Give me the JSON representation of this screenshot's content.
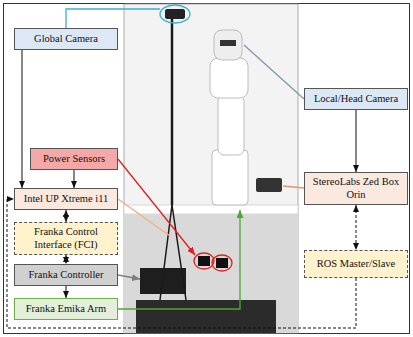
{
  "diagram": {
    "nodes": [
      {
        "text": [
          "Global Camera"
        ]
      },
      {
        "text": [
          "Power Sensors"
        ]
      },
      {
        "text": [
          "Intel UP Xtreme i11"
        ]
      },
      {
        "text": [
          "Franka Control Interface (FCI)"
        ]
      },
      {
        "text": [
          "Franka Controller"
        ]
      },
      {
        "text": [
          "Franka Emika Arm"
        ]
      },
      {
        "text": [
          "Local/Head Camera"
        ]
      },
      {
        "text": [
          "StereoLabs Zed Box Orin"
        ]
      },
      {
        "text": [
          "ROS Master/Slave"
        ]
      }
    ],
    "edges": [
      {
        "from": 0,
        "to": 2,
        "arrow": "to"
      },
      {
        "from": 1,
        "to": 2,
        "arrow": "to"
      },
      {
        "from": 2,
        "to": 3,
        "arrow": "both"
      },
      {
        "from": 3,
        "to": 4,
        "arrow": "both"
      },
      {
        "from": 4,
        "to": 5,
        "arrow": "to"
      },
      {
        "from": 6,
        "to": 7,
        "arrow": "to"
      },
      {
        "from": 7,
        "to": 8,
        "arrow": "both"
      },
      {
        "from": 8,
        "to": 2,
        "arrow": "to"
      }
    ]
  }
}
